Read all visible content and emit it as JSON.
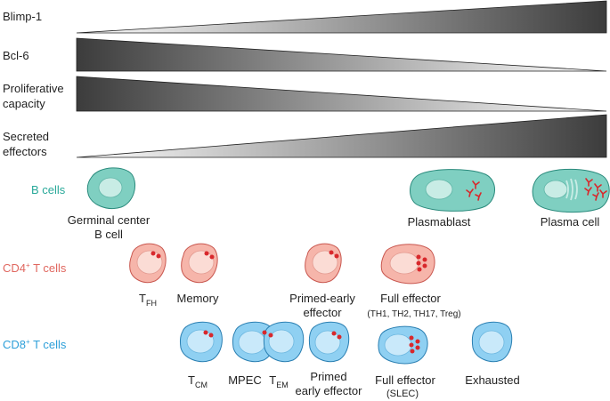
{
  "gradients": [
    {
      "label": "Blimp-1",
      "direction": "increasing"
    },
    {
      "label": "Bcl-6",
      "direction": "decreasing"
    },
    {
      "label_lines": [
        "Proliferative",
        "capacity"
      ],
      "direction": "decreasing"
    },
    {
      "label_lines": [
        "Secreted",
        "effectors"
      ],
      "direction": "increasing"
    }
  ],
  "rows": {
    "b_cells": {
      "title": "B cells",
      "color": "#2aa99a"
    },
    "cd4": {
      "title": "CD4",
      "sup": "+",
      "title_rest": " T cells",
      "color": "#e0675f"
    },
    "cd8": {
      "title": "CD8",
      "sup": "+",
      "title_rest": " T cells",
      "color": "#2d9fd9"
    }
  },
  "b_cell_labels": {
    "germinal_center_1": "Germinal center",
    "germinal_center_2": "B cell",
    "plasmablast": "Plasmablast",
    "plasma_cell": "Plasma cell"
  },
  "cd4_labels": {
    "tfh_main": "T",
    "tfh_sub": "FH",
    "memory": "Memory",
    "primed_1": "Primed-early",
    "primed_2": "effector",
    "full_effector": "Full effector",
    "subsets": "(TH1, TH2, TH17, Treg)"
  },
  "cd8_labels": {
    "tcm_main": "T",
    "tcm_sub": "CM",
    "mpec": "MPEC",
    "tem_main": "T",
    "tem_sub": "EM",
    "primed_1": "Primed",
    "primed_2": "early effector",
    "full_effector": "Full effector",
    "slec": "(SLEC)",
    "exhausted": "Exhausted"
  },
  "colors": {
    "gradient_dark": "#3c3c3c",
    "gradient_light": "#ffffff",
    "b_fill": "#7fcfc1",
    "b_nucleus": "#c8ece5",
    "cd4_fill": "#f6b5aa",
    "cd4_nucleus": "#fbdcd5",
    "cd8_fill": "#8fd0f2",
    "cd8_nucleus": "#c9e9fa",
    "granule": "#d8282c",
    "antibody": "#d8282c"
  }
}
